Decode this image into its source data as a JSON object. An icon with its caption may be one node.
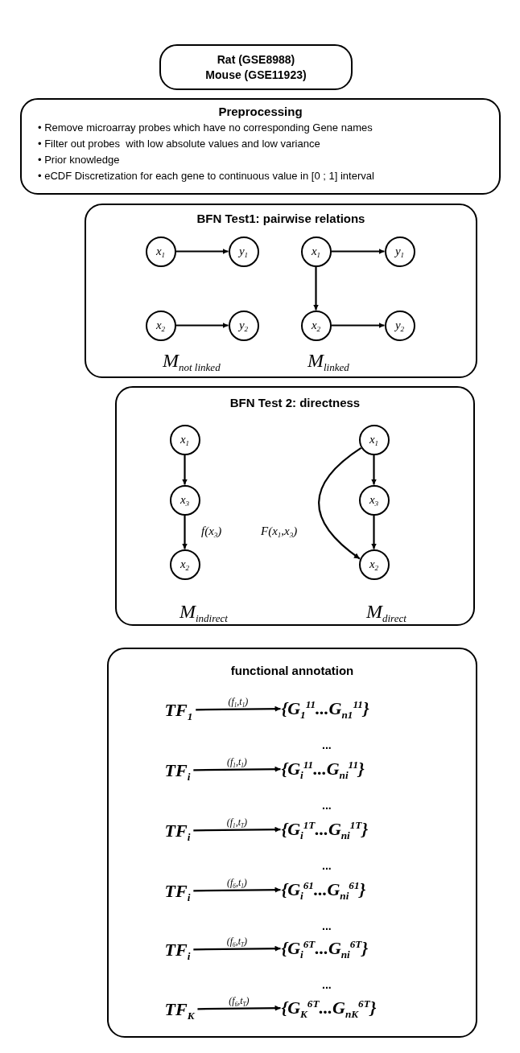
{
  "diagram": {
    "nodes": [
      {
        "text": [
          "Rat (GSE8988) Mouse (GSE11923)"
        ]
      },
      {
        "text": [
          "Preprocessing",
          "• Remove microarray probes which have no corresponding Gene names",
          "• Filter out probes  with low absolute values and low variance",
          "• Prior knowledge",
          "• eCDF Discretization for each gene to continuous value in [0 ; 1] interval"
        ]
      },
      {
        "text": [
          "BFN Test1: pairwise relations",
          "M$_{not  linked}$",
          "M$_{linked}$"
        ]
      },
      {
        "text": [
          "x$_{1}$"
        ],
        "in": 2
      },
      {
        "text": [
          "y$_{1}$"
        ],
        "in": 2
      },
      {
        "text": [
          "x$_{2}$"
        ],
        "in": 2
      },
      {
        "text": [
          "y$_{2}$"
        ],
        "in": 2
      },
      {
        "text": [
          "x$_{1}$"
        ],
        "in": 2
      },
      {
        "text": [
          "y$_{1}$"
        ],
        "in": 2
      },
      {
        "text": [
          "x$_{2}$"
        ],
        "in": 2
      },
      {
        "text": [
          "y$_{2}$"
        ],
        "in": 2
      },
      {
        "text": [
          "BFN Test 2: directness",
          "M$_{indirect}$",
          "M$_{direct}$"
        ]
      },
      {
        "text": [
          "x$_{1}$"
        ],
        "in": 11
      },
      {
        "text": [
          "x$_{3}$"
        ],
        "in": 11
      },
      {
        "text": [
          "x$_{2}$"
        ],
        "in": 11
      },
      {
        "text": [
          "x$_{1}$"
        ],
        "in": 11
      },
      {
        "text": [
          "x$_{3}$"
        ],
        "in": 11
      },
      {
        "text": [
          "x$_{2}$"
        ],
        "in": 11
      },
      {
        "text": [
          "functional annotation"
        ]
      },
      {
        "text": [
          "TF$_{1}$"
        ],
        "in": 18
      },
      {
        "text": [
          "{G$_{1}$$^{11}$...G$_{n1}$$^{11}$}"
        ],
        "in": 18
      },
      {
        "text": [
          "TF$_{i}$"
        ],
        "in": 18
      },
      {
        "text": [
          "{G$_{i}$$^{11}$...G$_{ni}$$^{11}$}"
        ],
        "in": 18
      },
      {
        "text": [
          "TF$_{i}$"
        ],
        "in": 18
      },
      {
        "text": [
          "{G$_{i}$$^{1T}$...G$_{ni}$$^{1T}$}"
        ],
        "in": 18
      },
      {
        "text": [
          "TF$_{i}$"
        ],
        "in": 18
      },
      {
        "text": [
          "{G$_{i}$$^{61}$...G$_{ni}$$^{61}$}"
        ],
        "in": 18
      },
      {
        "text": [
          "TF$_{i}$"
        ],
        "in": 18
      },
      {
        "text": [
          "{G$_{i}$$^{6T}$...G$_{ni}$$^{6T}$}"
        ],
        "in": 18
      },
      {
        "text": [
          "TF$_{K}$"
        ],
        "in": 18
      },
      {
        "text": [
          "{G$_{K}$$^{6T}$...G$_{nK}$$^{6T}$}"
        ],
        "in": 18
      }
    ],
    "edges": [
      {
        "from": 3,
        "to": 4,
        "arrow": "to"
      },
      {
        "from": 5,
        "to": 6,
        "arrow": "to"
      },
      {
        "from": 7,
        "to": 8,
        "arrow": "to"
      },
      {
        "from": 7,
        "to": 9,
        "arrow": "to"
      },
      {
        "from": 9,
        "to": 10,
        "arrow": "to"
      },
      {
        "from": 12,
        "to": 13,
        "arrow": "to"
      },
      {
        "from": 13,
        "to": 14,
        "arrow": "to",
        "label": "f(x$_{3}$)"
      },
      {
        "from": 15,
        "to": 16,
        "arrow": "to"
      },
      {
        "from": 16,
        "to": 17,
        "arrow": "to"
      },
      {
        "from": 15,
        "to": 17,
        "arrow": "to",
        "label": "F(x$_{1}$,x$_{3}$)"
      },
      {
        "from": 19,
        "to": 20,
        "arrow": "to",
        "label": "(f$_{1}$,t$_{1}$)"
      },
      {
        "from": 21,
        "to": 22,
        "arrow": "to",
        "label": "(f$_{1}$,t$_{1}$)"
      },
      {
        "from": 23,
        "to": 24,
        "arrow": "to",
        "label": "(f$_{1}$,t$_{T}$)"
      },
      {
        "from": 25,
        "to": 26,
        "arrow": "to",
        "label": "(f$_{6}$,t$_{1}$)"
      },
      {
        "from": 27,
        "to": 28,
        "arrow": "to",
        "label": "(f$_{6}$,t$_{T}$)"
      },
      {
        "from": 29,
        "to": 30,
        "arrow": "to",
        "label": "(f$_{6}$,t$_{T}$)"
      }
    ],
    "labels": [
      "...",
      "...",
      "...",
      "...",
      "..."
    ]
  }
}
